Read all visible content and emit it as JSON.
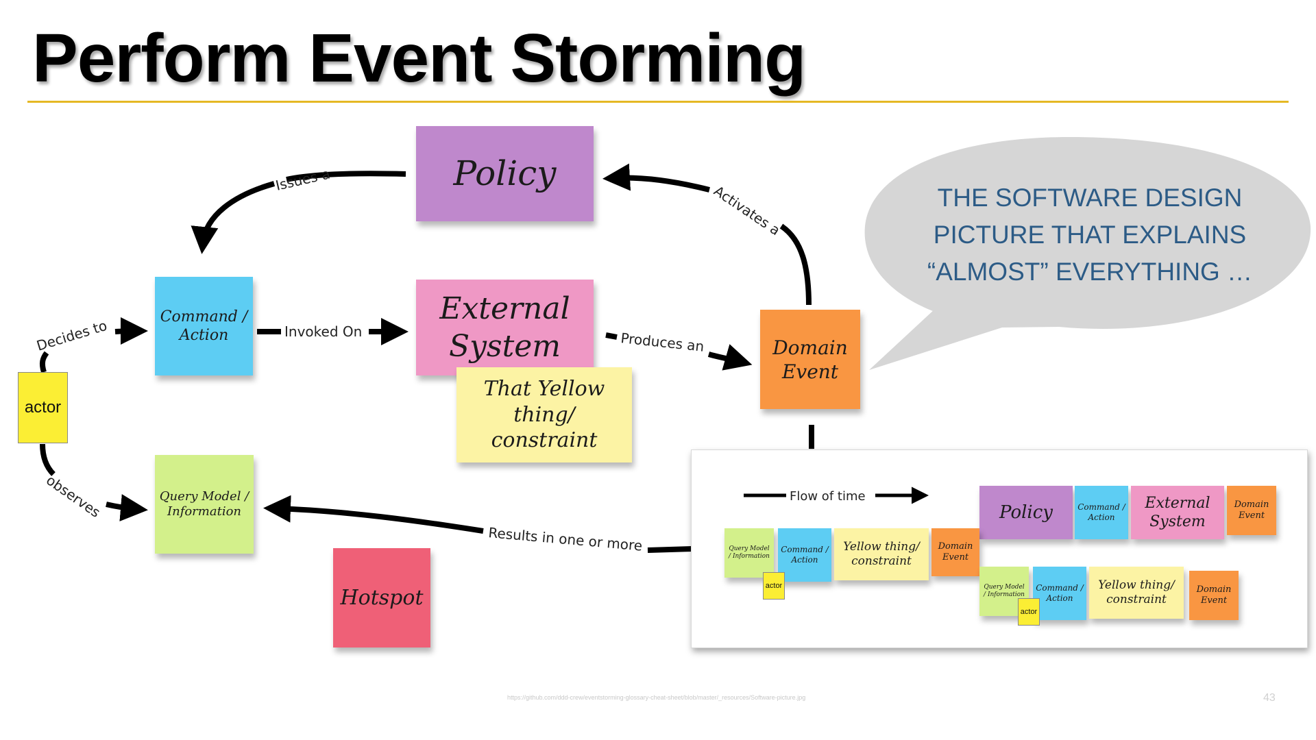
{
  "slide": {
    "title": "Perform Event Storming",
    "bubble_lines": [
      "THE SOFTWARE DESIGN",
      "PICTURE THAT EXPLAINS",
      "“ALMOST” EVERYTHING …"
    ],
    "source_url": "https://github.com/ddd-crew/eventstorming-glossary-cheat-sheet/blob/master/_resources/Software-picture.jpg",
    "page_number": "43"
  },
  "colors": {
    "policy": "#bf88cc",
    "command": "#5dcdf3",
    "external_system": "#ef98c5",
    "constraint": "#fcf3a4",
    "domain_event": "#f99642",
    "query_model": "#d3f08b",
    "hotspot": "#ef6077",
    "actor": "#fbee34",
    "rule": "#e5b824",
    "bubble": "#d5d5d5",
    "bubble_text": "#2c5b86"
  },
  "notes": {
    "policy": "Policy",
    "command": "Command / Action",
    "external_system": "External System",
    "constraint": "That Yellow thing/ constraint",
    "domain_event": "Domain Event",
    "query_model": "Query Model / Information",
    "hotspot": "Hotspot",
    "actor": "actor"
  },
  "arrows": {
    "issues": "Issues a",
    "activates": "Activates a",
    "decides": "Decides to",
    "invoked": "Invoked On",
    "produces": "Produces an",
    "observes": "observes",
    "results": "Results in one or more"
  },
  "inset": {
    "flow_label": "Flow of time",
    "row1": [
      "Policy",
      "Command / Action",
      "External System",
      "Domain Event"
    ],
    "row2": [
      "Query Model / Information",
      "Command / Action",
      "Yellow thing/ constraint",
      "Domain Event"
    ],
    "row3": [
      "Query Model / Information",
      "Command / Action",
      "Yellow thing/ constraint",
      "Domain Event"
    ],
    "actor_label": "actor"
  }
}
